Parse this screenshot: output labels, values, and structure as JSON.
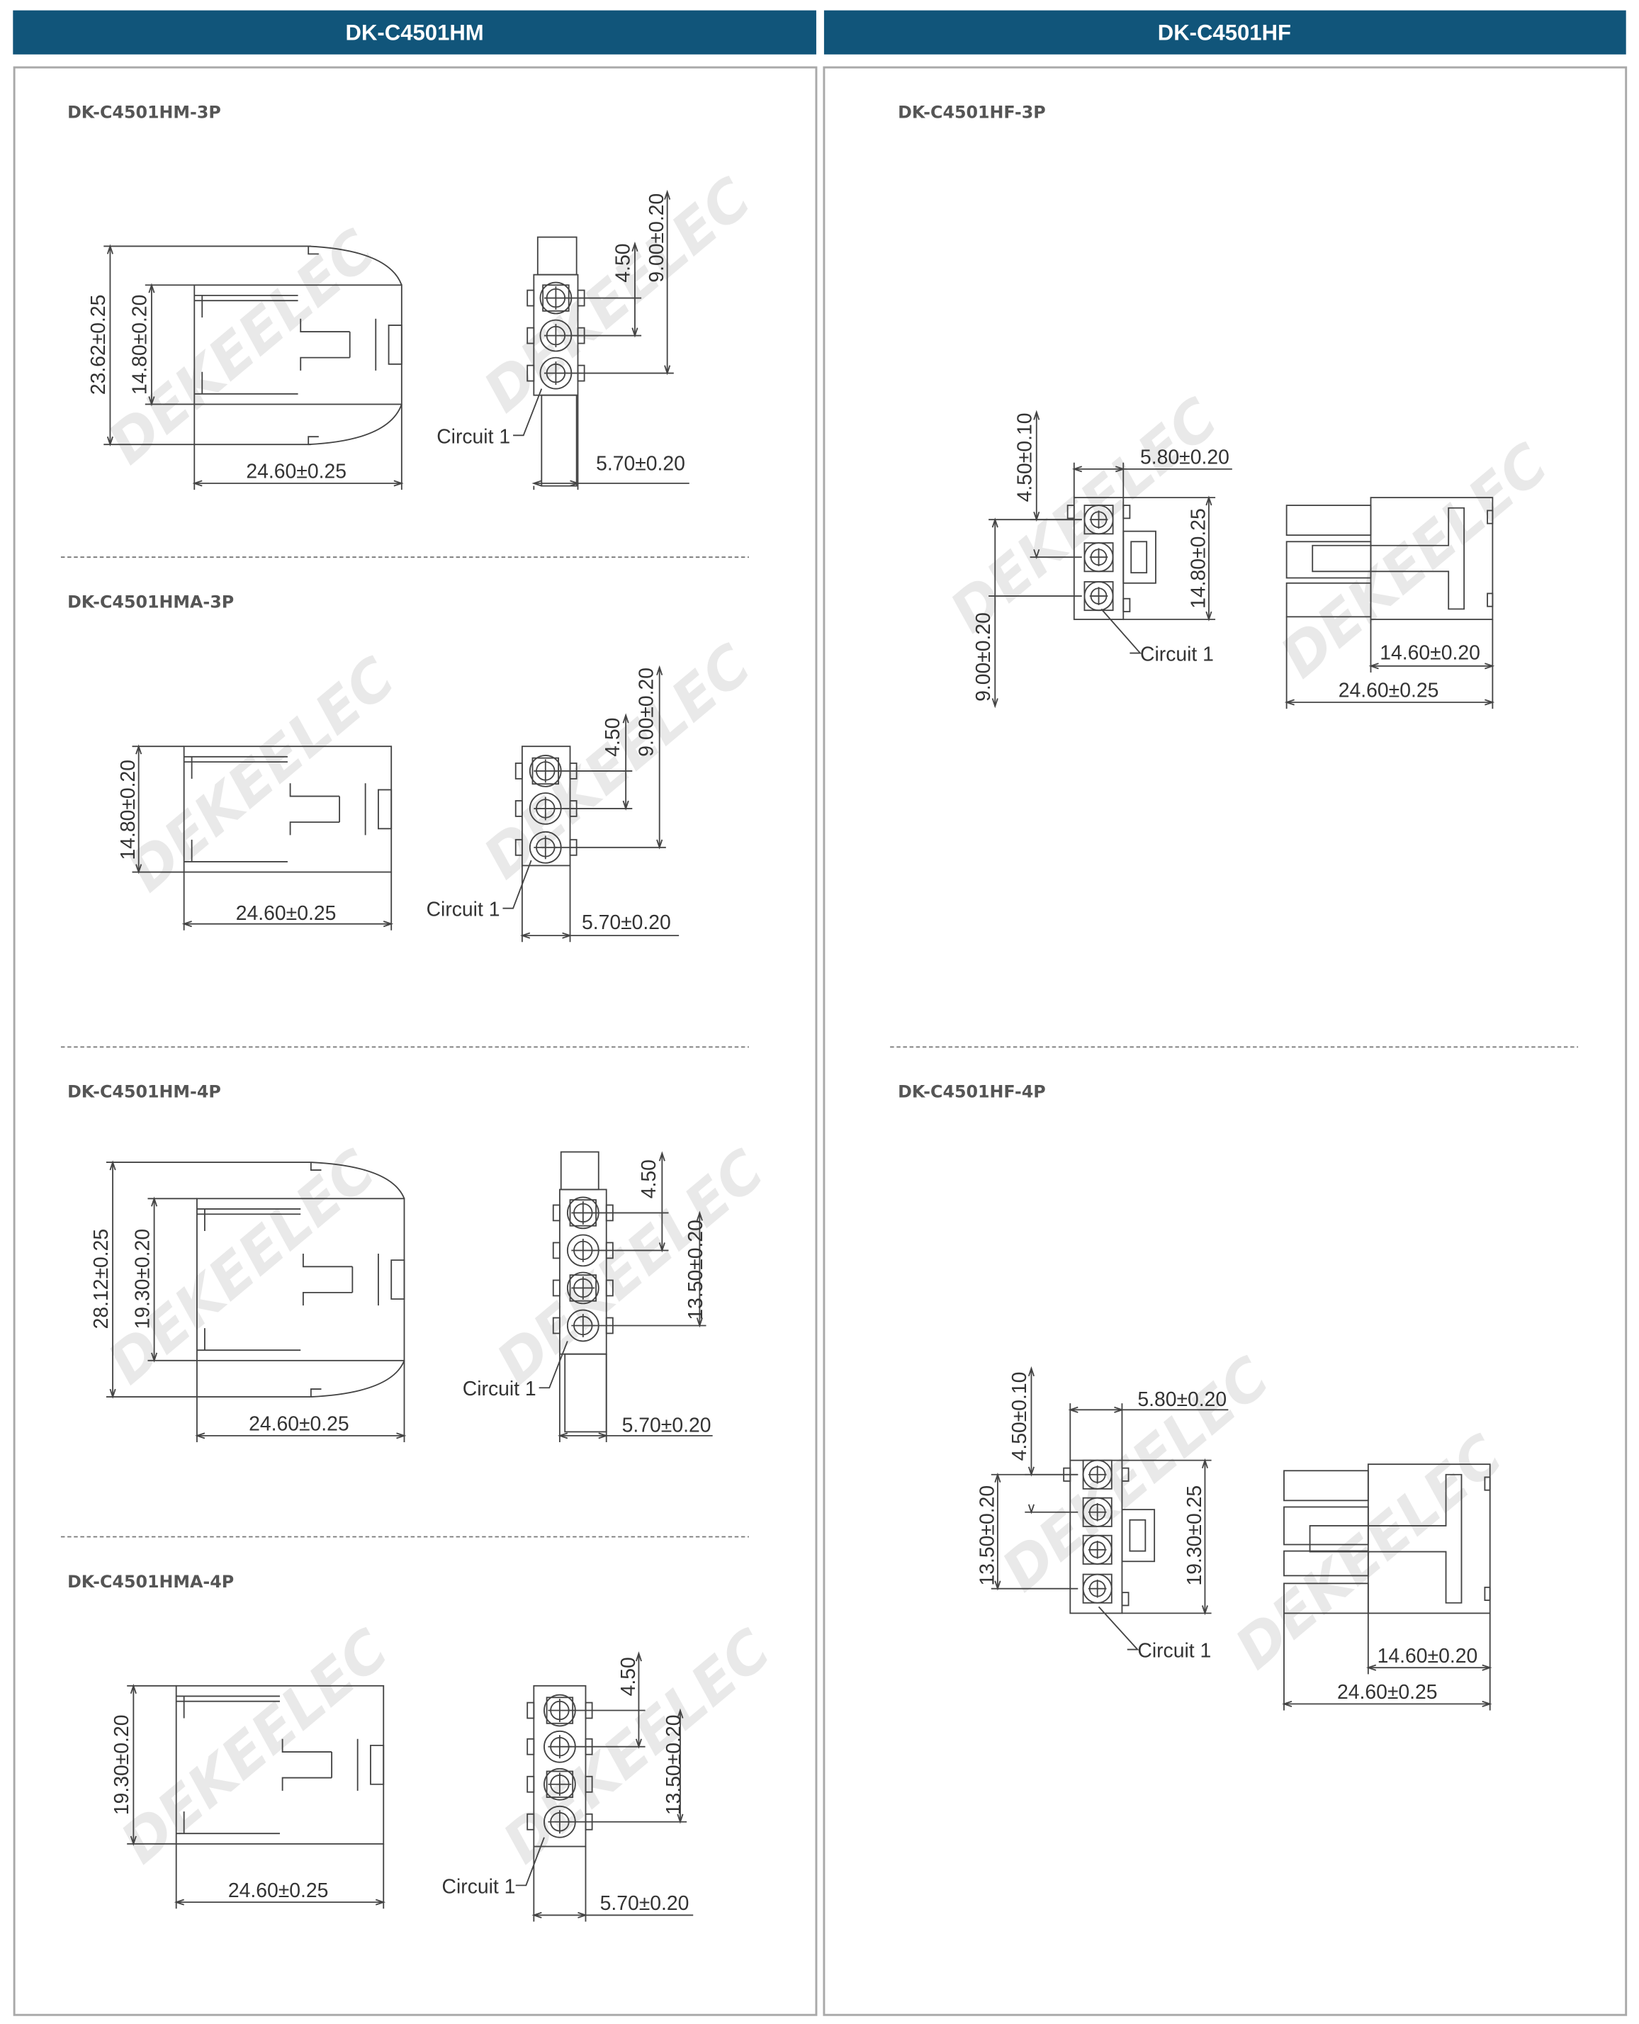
{
  "headers": {
    "left": "DK-C4501HM",
    "right": "DK-C4501HF"
  },
  "watermark": "DEKEELEC",
  "colors": {
    "header": "#11557a",
    "panel_border": "#a9a9a9"
  },
  "left": {
    "hm3p": {
      "title": "DK-C4501HM-3P",
      "overall_height": "23.62±0.25",
      "body_height": "14.80±0.20",
      "length": "24.60±0.25",
      "pitch": "4.50",
      "span": "9.00±0.20",
      "circuit": "Circuit 1",
      "width": "5.70±0.20"
    },
    "hma3p": {
      "title": "DK-C4501HMA-3P",
      "body_height": "14.80±0.20",
      "length": "24.60±0.25",
      "pitch": "4.50",
      "span": "9.00±0.20",
      "circuit": "Circuit 1",
      "width": "5.70±0.20"
    },
    "hm4p": {
      "title": "DK-C4501HM-4P",
      "overall_height": "28.12±0.25",
      "body_height": "19.30±0.20",
      "length": "24.60±0.25",
      "pitch": "4.50",
      "span": "13.50±0.20",
      "circuit": "Circuit 1",
      "width": "5.70±0.20"
    },
    "hma4p": {
      "title": "DK-C4501HMA-4P",
      "body_height": "19.30±0.20",
      "length": "24.60±0.25",
      "pitch": "4.50",
      "span": "13.50±0.20",
      "circuit": "Circuit 1",
      "width": "5.70±0.20"
    }
  },
  "right": {
    "hf3p": {
      "title": "DK-C4501HF-3P",
      "width": "5.80±0.20",
      "pitch": "4.50±0.10",
      "span": "9.00±0.20",
      "body_height": "14.80±0.25",
      "circuit": "Circuit 1",
      "body_length": "14.60±0.20",
      "length": "24.60±0.25"
    },
    "hf4p": {
      "title": "DK-C4501HF-4P",
      "width": "5.80±0.20",
      "pitch": "4.50±0.10",
      "span": "13.50±0.20",
      "body_height": "19.30±0.25",
      "circuit": "Circuit 1",
      "body_length": "14.60±0.20",
      "length": "24.60±0.25"
    }
  }
}
